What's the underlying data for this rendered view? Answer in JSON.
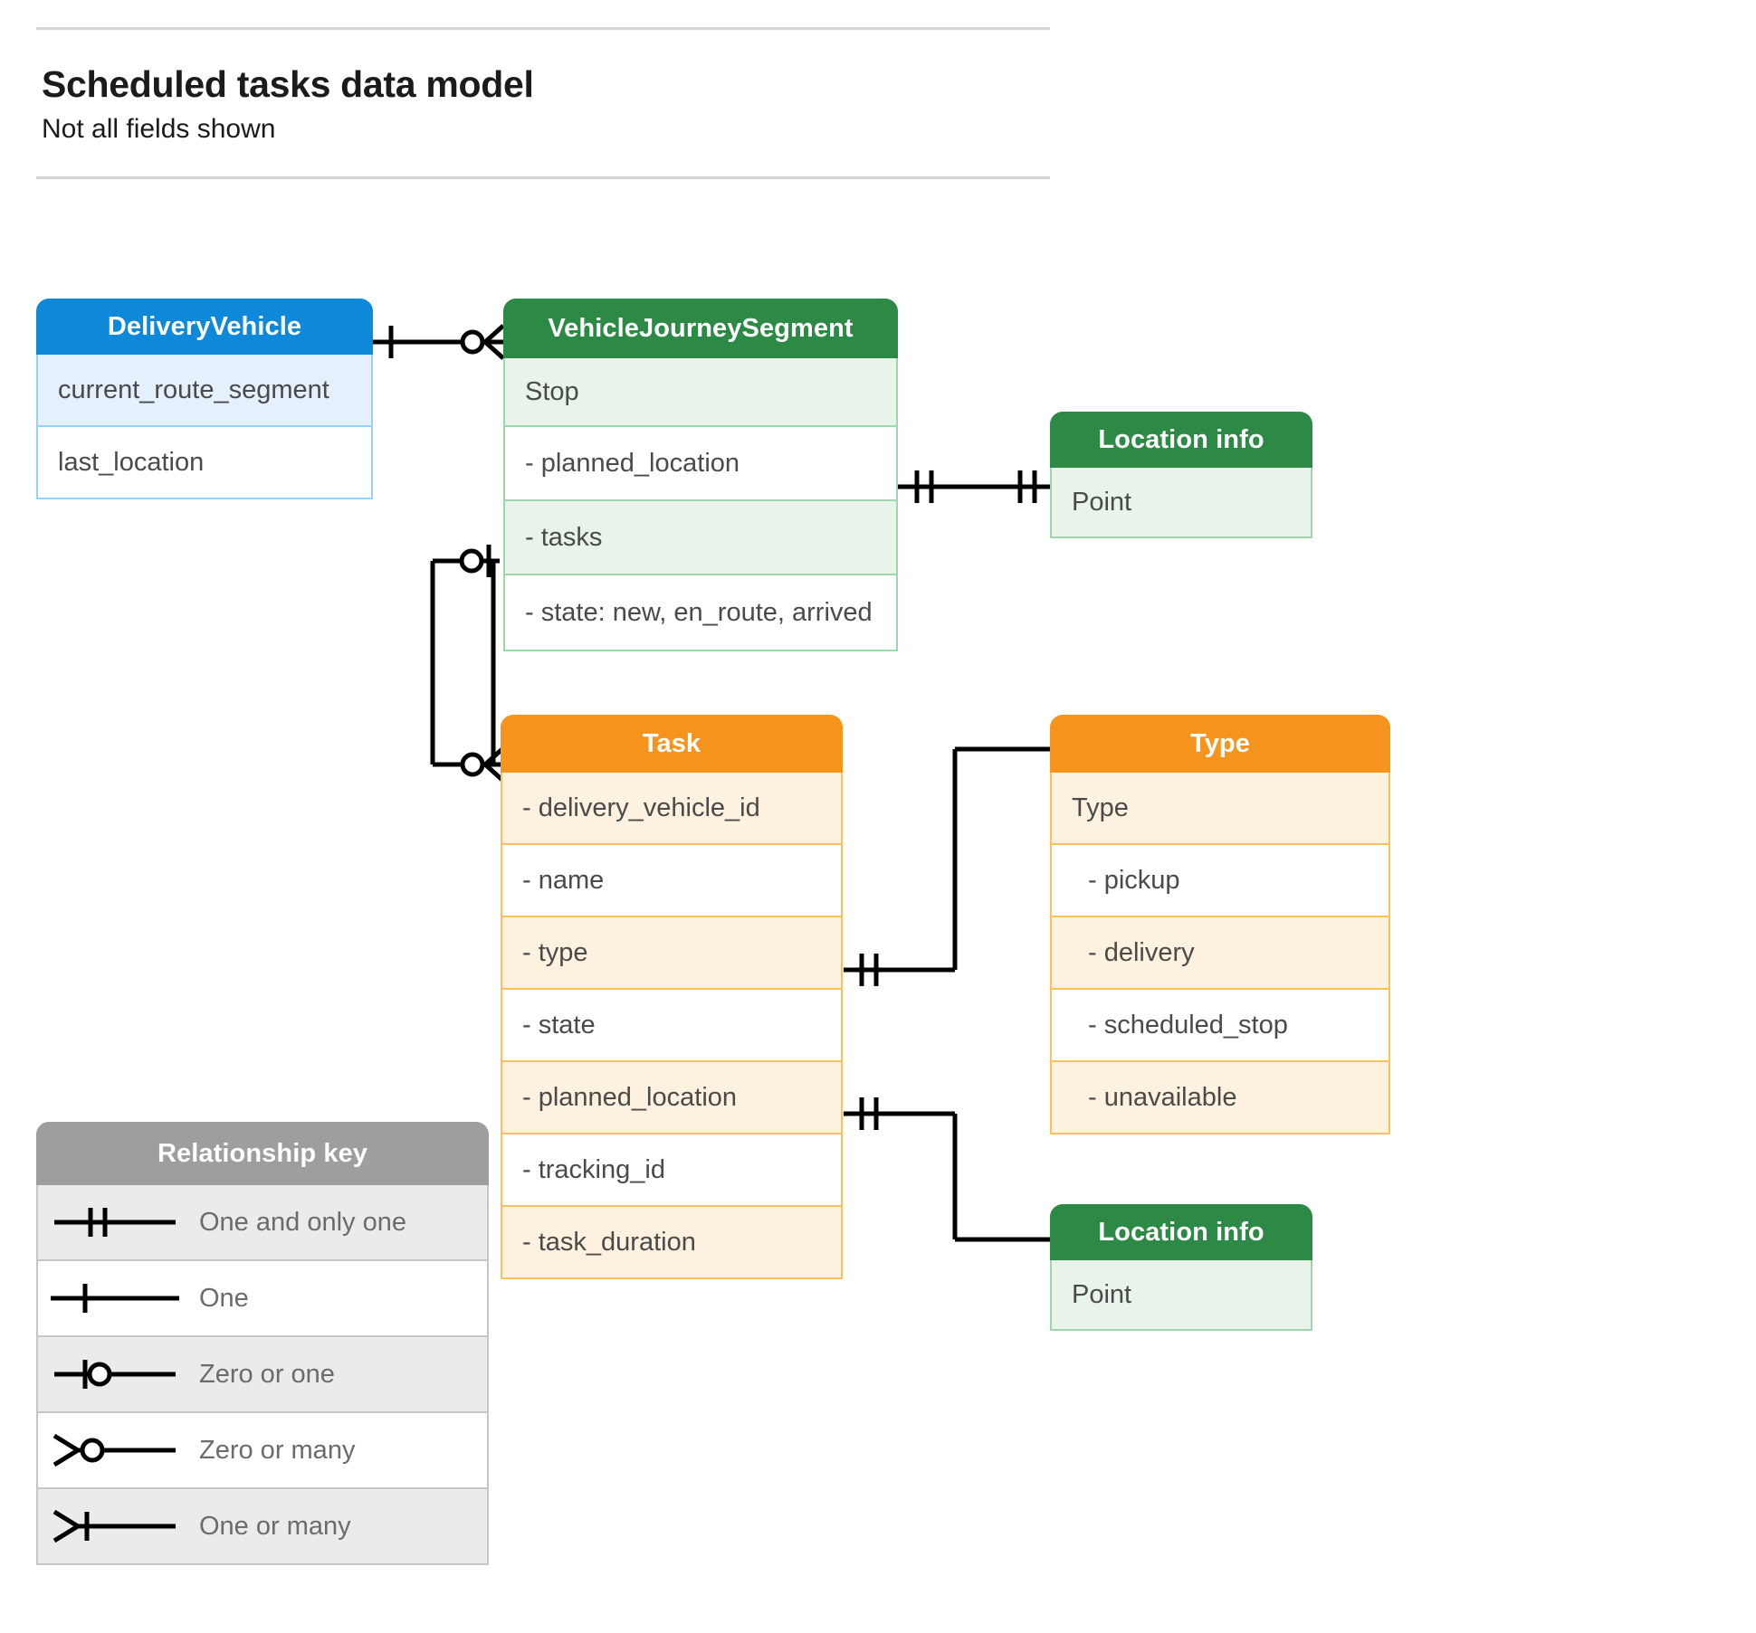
{
  "header": {
    "title": "Scheduled tasks data model",
    "subtitle": "Not all fields shown"
  },
  "colors": {
    "blue_header": "#0e88d9",
    "blue_row": "#e4f0fc",
    "blue_border": "#9ad0f2",
    "green_header": "#2d8a46",
    "green_row": "#e8f3ea",
    "green_border": "#9dd6ac",
    "orange_header": "#f7941d",
    "orange_row": "#fdf2e0",
    "orange_border": "#fbc15a",
    "gray_header": "#9e9e9e",
    "gray_row": "#ebebeb",
    "gray_border": "#c6c6c6",
    "line": "#000000",
    "text": "#4a4a4a",
    "rule": "#d4d4d4"
  },
  "entities": {
    "delivery_vehicle": {
      "title": "DeliveryVehicle",
      "rows": [
        "current_route_segment",
        "last_location"
      ]
    },
    "vehicle_journey_segment": {
      "title": "VehicleJourneySegment",
      "rows": [
        "Stop",
        "-  planned_location",
        "- tasks",
        "- state: new, en_route, arrived"
      ]
    },
    "location_info_top": {
      "title": "Location info",
      "rows": [
        "Point"
      ]
    },
    "location_info_bottom": {
      "title": "Location info",
      "rows": [
        "Point"
      ]
    },
    "task": {
      "title": "Task",
      "rows": [
        "- delivery_vehicle_id",
        "- name",
        "- type",
        "- state",
        "- planned_location",
        "- tracking_id",
        "- task_duration"
      ]
    },
    "type": {
      "title": "Type",
      "rows": [
        "Type",
        "-   pickup",
        "-   delivery",
        "-   scheduled_stop",
        "-   unavailable"
      ]
    }
  },
  "legend": {
    "title": "Relationship key",
    "items": [
      {
        "symbol": "one-and-only-one",
        "label": "One and only one"
      },
      {
        "symbol": "one",
        "label": "One"
      },
      {
        "symbol": "zero-or-one",
        "label": "Zero or one"
      },
      {
        "symbol": "zero-or-many",
        "label": "Zero or many"
      },
      {
        "symbol": "one-or-many",
        "label": "One or many"
      }
    ]
  },
  "relationships": [
    {
      "from": "delivery-vehicle-header",
      "to": "vehicle-journey-segment-header",
      "from_symbol": "one",
      "to_symbol": "zero-or-many"
    },
    {
      "from": "vjs-planned-location",
      "to": "location-info-top",
      "from_symbol": "one-and-only-one",
      "to_symbol": "one-and-only-one"
    },
    {
      "from": "vjs-tasks",
      "to": "task-header",
      "from_symbol": "zero-or-one",
      "to_symbol": "zero-or-many"
    },
    {
      "from": "task-type",
      "to": "type-header",
      "from_symbol": "one-and-only-one",
      "to_symbol": "one-and-only-one"
    },
    {
      "from": "task-planned-location",
      "to": "location-info-bottom",
      "from_symbol": "one-and-only-one",
      "to_symbol": "one-and-only-one"
    }
  ]
}
